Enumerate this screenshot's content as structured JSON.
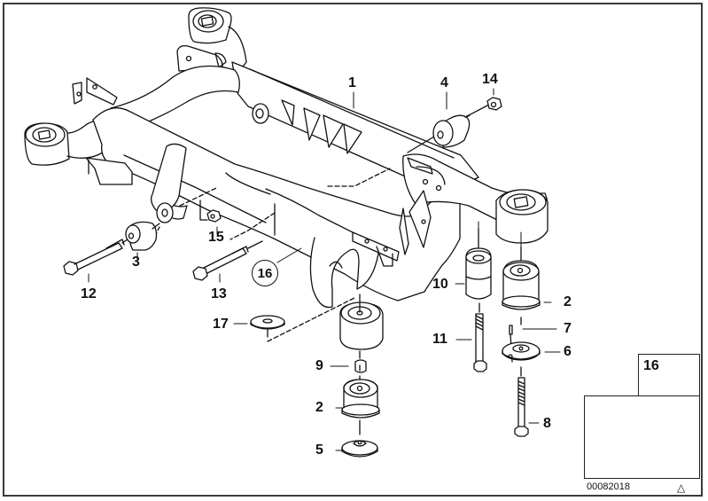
{
  "diagram": {
    "title": "Rear axle carrier / subframe with mounts",
    "callouts": [
      {
        "id": "1",
        "label": "1",
        "part": "rear-axle-carrier"
      },
      {
        "id": "2a",
        "label": "2",
        "part": "rubber-mount-upper-right"
      },
      {
        "id": "2b",
        "label": "2",
        "part": "rubber-mount-lower-center"
      },
      {
        "id": "3",
        "label": "3",
        "part": "rubber-bushing"
      },
      {
        "id": "4",
        "label": "4",
        "part": "rubber-bushing-rear"
      },
      {
        "id": "5",
        "label": "5",
        "part": "stop-disc"
      },
      {
        "id": "6",
        "label": "6",
        "part": "stop-plate"
      },
      {
        "id": "7",
        "label": "7",
        "part": "pin"
      },
      {
        "id": "8",
        "label": "8",
        "part": "hex-bolt-long"
      },
      {
        "id": "9",
        "label": "9",
        "part": "nut"
      },
      {
        "id": "10",
        "label": "10",
        "part": "bushing-sleeve"
      },
      {
        "id": "11",
        "label": "11",
        "part": "hex-bolt"
      },
      {
        "id": "12",
        "label": "12",
        "part": "hex-bolt-left"
      },
      {
        "id": "13",
        "label": "13",
        "part": "hex-bolt-center"
      },
      {
        "id": "14",
        "label": "14",
        "part": "hex-nut-top"
      },
      {
        "id": "15",
        "label": "15",
        "part": "hex-nut"
      },
      {
        "id": "16",
        "label": "16",
        "part": "grommet",
        "circled": true
      },
      {
        "id": "17",
        "label": "17",
        "part": "washer"
      }
    ],
    "inset_part": {
      "label": "16",
      "icon": "grommet-icon"
    },
    "inset_vehicle": {
      "icon": "car-location-icon",
      "marker": "black-dot-rear-wheel-arch"
    },
    "document_number": "00082018",
    "footer_symbol": "△"
  }
}
